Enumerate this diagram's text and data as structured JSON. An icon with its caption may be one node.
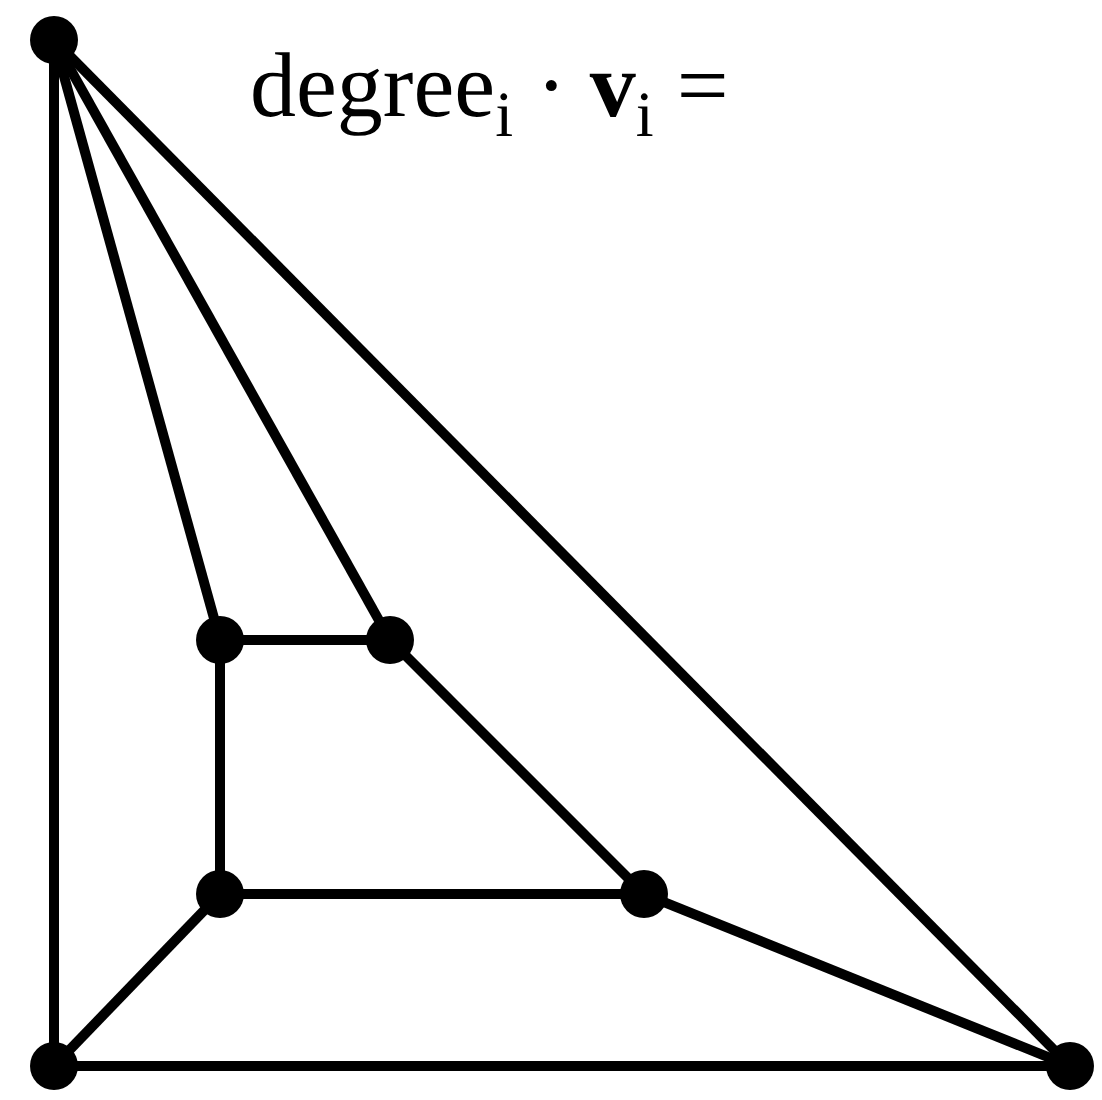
{
  "diagram": {
    "nodes": [
      {
        "text": [],
        "shape": "circle"
      },
      {
        "text": [],
        "shape": "circle"
      },
      {
        "text": [],
        "shape": "circle"
      },
      {
        "text": [],
        "shape": "circle"
      },
      {
        "text": [],
        "shape": "circle"
      },
      {
        "text": [],
        "shape": "circle"
      },
      {
        "text": [],
        "shape": "circle"
      }
    ],
    "edges": [
      {
        "from": 0,
        "to": 1,
        "arrow": "none"
      },
      {
        "from": 0,
        "to": 2,
        "arrow": "none"
      },
      {
        "from": 0,
        "to": 6,
        "arrow": "none"
      },
      {
        "from": 0,
        "to": 5,
        "arrow": "none"
      },
      {
        "from": 1,
        "to": 2,
        "arrow": "none"
      },
      {
        "from": 1,
        "to": 3,
        "arrow": "none"
      },
      {
        "from": 2,
        "to": 4,
        "arrow": "none"
      },
      {
        "from": 3,
        "to": 4,
        "arrow": "none"
      },
      {
        "from": 3,
        "to": 5,
        "arrow": "none"
      },
      {
        "from": 4,
        "to": 6,
        "arrow": "none"
      },
      {
        "from": 5,
        "to": 6,
        "arrow": "none"
      }
    ],
    "labels": [
      "degree$_{i}$ · **v**$_{i}$ ="
    ]
  }
}
